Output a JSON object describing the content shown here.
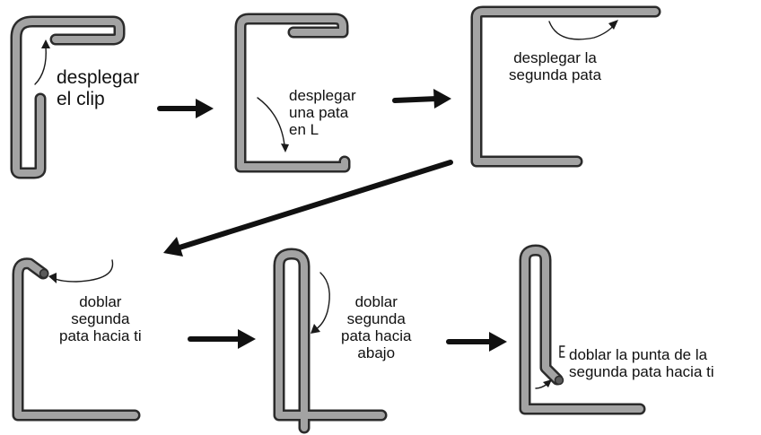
{
  "steps": [
    {
      "lines": [
        "desplegar",
        "el clip"
      ]
    },
    {
      "lines": [
        "desplegar",
        "una pata",
        "en L"
      ]
    },
    {
      "lines": [
        "desplegar la",
        "segunda pata"
      ]
    },
    {
      "lines": [
        "doblar",
        "segunda",
        "pata hacia ti"
      ]
    },
    {
      "lines": [
        "doblar",
        "segunda",
        "pata hacia",
        "abajo"
      ]
    },
    {
      "lines": [
        "doblar la punta de la",
        "segunda pata hacia ti"
      ]
    }
  ],
  "colors": {
    "wire_fill": "#a3a3a3",
    "wire_edge": "#2b2b2b",
    "ink": "#111111"
  }
}
